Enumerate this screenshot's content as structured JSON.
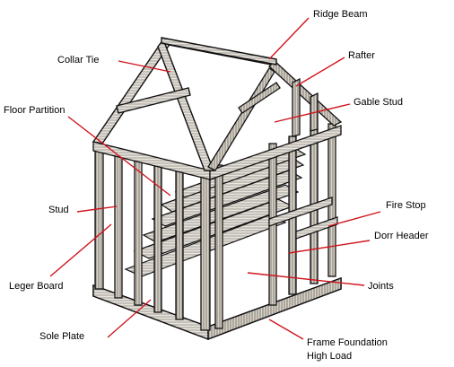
{
  "labels": {
    "ridge_beam": "Ridge Beam",
    "collar_tie": "Collar Tie",
    "rafter": "Rafter",
    "floor_partition": "Floor Partition",
    "gable_stud": "Gable Stud",
    "stud": "Stud",
    "fire_stop": "Fire Stop",
    "dorr_header": "Dorr Header",
    "leger_board": "Leger Board",
    "joints": "Joints",
    "sole_plate": "Sole Plate",
    "frame_foundation_line1": "Frame Foundation",
    "frame_foundation_line2": "High Load"
  },
  "colors": {
    "leader_line": "#d0141c",
    "framing": "#111111",
    "background": "#ffffff"
  }
}
